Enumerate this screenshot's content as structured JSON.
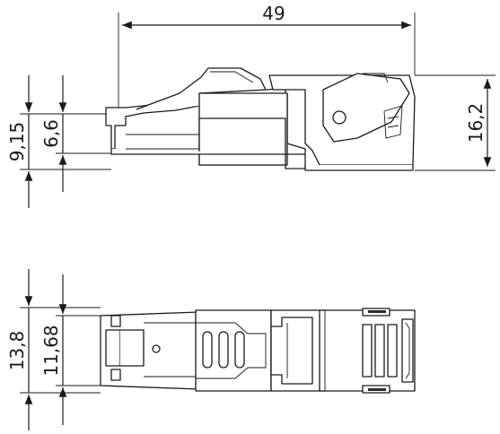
{
  "dimensions": {
    "side_view": {
      "overall_length": "49",
      "height_left_outer": "9,15",
      "height_left_inner": "6,6",
      "height_right": "16,2"
    },
    "top_view": {
      "width_outer": "13,8",
      "width_inner": "11,68"
    }
  },
  "colors": {
    "line": "#1a1a1a",
    "background": "#ffffff"
  }
}
